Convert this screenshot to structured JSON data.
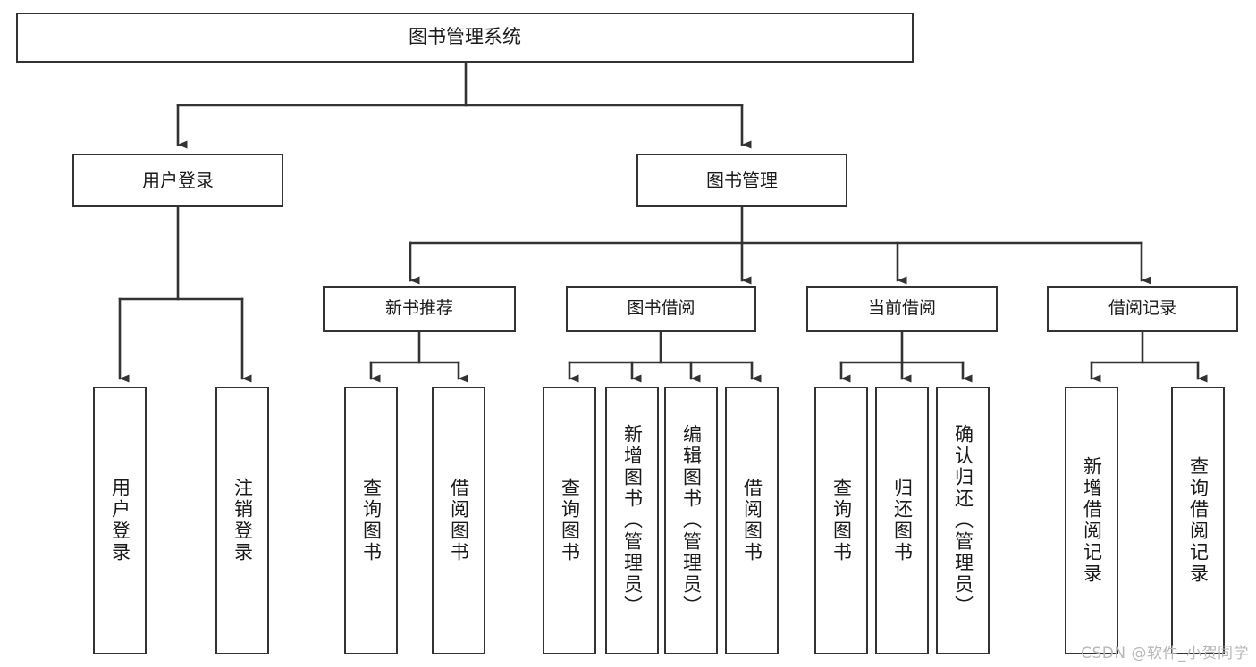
{
  "diagram": {
    "type": "tree",
    "title": "图书管理系统",
    "watermark": "CSDN @软件_小贺同学",
    "colors": {
      "box_border": "#333333",
      "box_fill": "#ffffff",
      "connector": "#333333",
      "text": "#1a1a1a",
      "watermark": "#b8b8b8",
      "background": "#ffffff"
    },
    "nodes": {
      "root": {
        "label": "图书管理系统",
        "level": 0
      },
      "user_login": {
        "label": "用户登录",
        "level": 1
      },
      "book_manage": {
        "label": "图书管理",
        "level": 1
      },
      "new_book_rec": {
        "label": "新书推荐",
        "level": 2
      },
      "book_borrow": {
        "label": "图书借阅",
        "level": 2
      },
      "current_borrow": {
        "label": "当前借阅",
        "level": 2
      },
      "borrow_record": {
        "label": "借阅记录",
        "level": 2
      },
      "leaf_user_login": {
        "label": "用户登录",
        "level": 3
      },
      "leaf_logout": {
        "label": "注销登录",
        "level": 3
      },
      "leaf_query_book_1": {
        "label": "查询图书",
        "level": 3
      },
      "leaf_borrow_book_1": {
        "label": "借阅图书",
        "level": 3
      },
      "leaf_query_book_2": {
        "label": "查询图书",
        "level": 3
      },
      "leaf_add_book": {
        "label": "新增图书（管理员）",
        "level": 3
      },
      "leaf_edit_book": {
        "label": "编辑图书（管理员）",
        "level": 3
      },
      "leaf_borrow_book_2": {
        "label": "借阅图书",
        "level": 3
      },
      "leaf_query_book_3": {
        "label": "查询图书",
        "level": 3
      },
      "leaf_return_book": {
        "label": "归还图书",
        "level": 3
      },
      "leaf_confirm_return": {
        "label": "确认归还（管理员）",
        "level": 3
      },
      "leaf_add_record": {
        "label": "新增借阅记录",
        "level": 3
      },
      "leaf_query_record": {
        "label": "查询借阅记录",
        "level": 3
      }
    },
    "edges": [
      {
        "from": "root",
        "to": "user_login"
      },
      {
        "from": "root",
        "to": "book_manage"
      },
      {
        "from": "user_login",
        "to": "leaf_user_login"
      },
      {
        "from": "user_login",
        "to": "leaf_logout"
      },
      {
        "from": "book_manage",
        "to": "new_book_rec"
      },
      {
        "from": "book_manage",
        "to": "book_borrow"
      },
      {
        "from": "book_manage",
        "to": "current_borrow"
      },
      {
        "from": "book_manage",
        "to": "borrow_record"
      },
      {
        "from": "new_book_rec",
        "to": "leaf_query_book_1"
      },
      {
        "from": "new_book_rec",
        "to": "leaf_borrow_book_1"
      },
      {
        "from": "book_borrow",
        "to": "leaf_query_book_2"
      },
      {
        "from": "book_borrow",
        "to": "leaf_add_book"
      },
      {
        "from": "book_borrow",
        "to": "leaf_edit_book"
      },
      {
        "from": "book_borrow",
        "to": "leaf_borrow_book_2"
      },
      {
        "from": "current_borrow",
        "to": "leaf_query_book_3"
      },
      {
        "from": "current_borrow",
        "to": "leaf_return_book"
      },
      {
        "from": "current_borrow",
        "to": "leaf_confirm_return"
      },
      {
        "from": "borrow_record",
        "to": "leaf_add_record"
      },
      {
        "from": "borrow_record",
        "to": "leaf_query_record"
      }
    ]
  }
}
